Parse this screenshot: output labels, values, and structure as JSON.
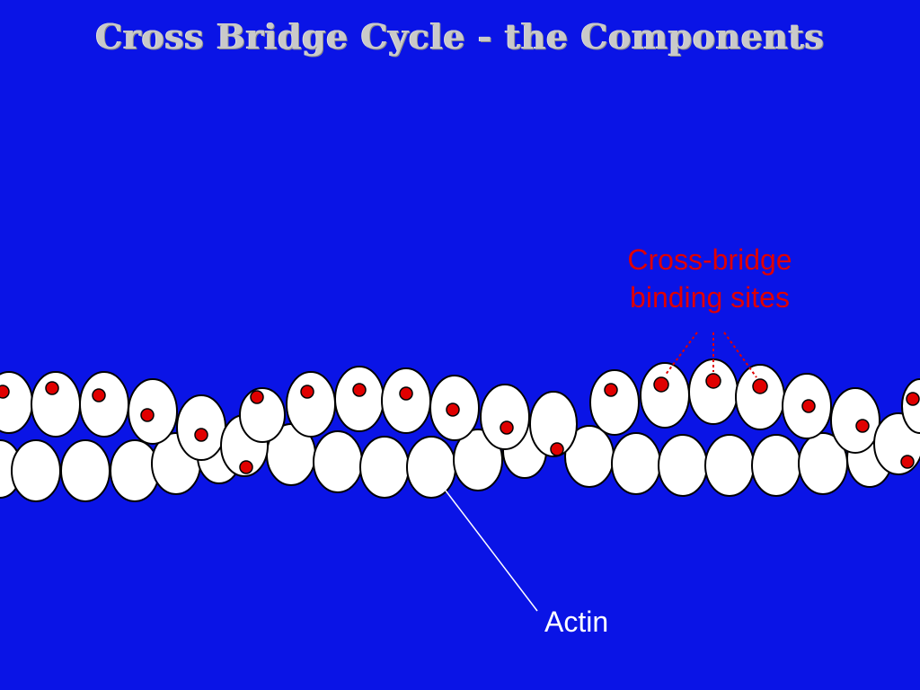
{
  "slide": {
    "title": "Cross Bridge Cycle - the Components",
    "background_color": "#0a14e6"
  },
  "labels": {
    "binding_sites_line1": "Cross-bridge",
    "binding_sites_line2": "binding sites",
    "actin": "Actin"
  },
  "colors": {
    "monomer_fill": "#ffffff",
    "monomer_outline": "#000000",
    "binding_site": "#e00000",
    "binding_label": "#e00000",
    "actin_label": "#ffffff",
    "title": "#c9c9c9"
  }
}
